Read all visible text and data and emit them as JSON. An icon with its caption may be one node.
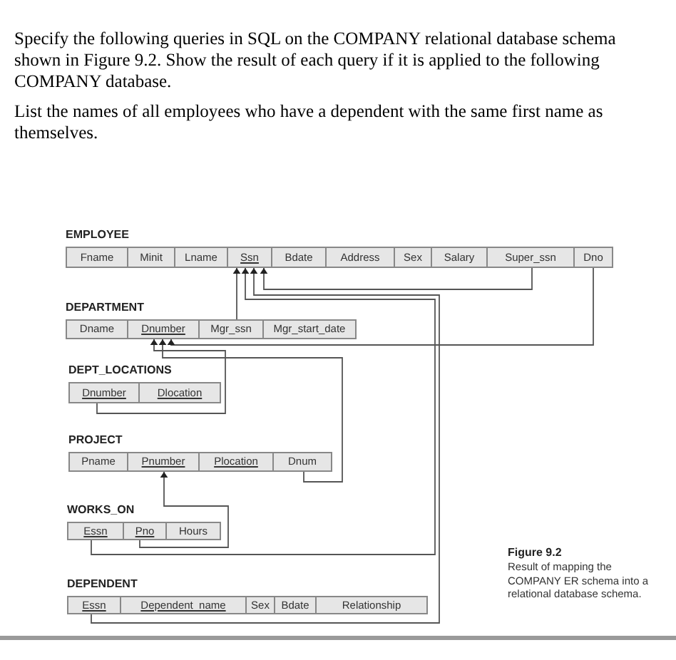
{
  "diagram": {
    "caption": "Result of mapping the COMPANY ER schema into a relational database schema.",
    "nodes": [
      {
        "text": [
          "EMPLOYEE"
        ]
      },
      {
        "text": [
          "Fname"
        ],
        "in": 0
      },
      {
        "text": [
          "Minit"
        ],
        "in": 0
      },
      {
        "text": [
          "Lname"
        ],
        "in": 0
      },
      {
        "text": [
          "Ssn"
        ],
        "in": 0
      },
      {
        "text": [
          "Bdate"
        ],
        "in": 0
      },
      {
        "text": [
          "Address"
        ],
        "in": 0
      },
      {
        "text": [
          "Sex"
        ],
        "in": 0
      },
      {
        "text": [
          "Salary"
        ],
        "in": 0
      },
      {
        "text": [
          "Super_ssn"
        ],
        "in": 0
      },
      {
        "text": [
          "Dno"
        ],
        "in": 0
      },
      {
        "text": [
          "DEPARTMENT"
        ]
      },
      {
        "text": [
          "Dname"
        ],
        "in": 11
      },
      {
        "text": [
          "Dnumber"
        ],
        "in": 11
      },
      {
        "text": [
          "Mgr_ssn"
        ],
        "in": 11
      },
      {
        "text": [
          "Mgr_start_date"
        ],
        "in": 11
      },
      {
        "text": [
          "DEPT_LOCATIONS"
        ]
      },
      {
        "text": [
          "Dnumber"
        ],
        "in": 16
      },
      {
        "text": [
          "Dlocation"
        ],
        "in": 16
      },
      {
        "text": [
          "PROJECT"
        ]
      },
      {
        "text": [
          "Pname"
        ],
        "in": 19
      },
      {
        "text": [
          "Pnumber"
        ],
        "in": 19
      },
      {
        "text": [
          "Plocation"
        ],
        "in": 19
      },
      {
        "text": [
          "Dnum"
        ],
        "in": 19
      },
      {
        "text": [
          "WORKS_ON"
        ]
      },
      {
        "text": [
          "Essn"
        ],
        "in": 24
      },
      {
        "text": [
          "Pno"
        ],
        "in": 24
      },
      {
        "text": [
          "Hours"
        ],
        "in": 24
      },
      {
        "text": [
          "DEPENDENT"
        ]
      },
      {
        "text": [
          "Essn"
        ],
        "in": 28
      },
      {
        "text": [
          "Dependent_name"
        ],
        "in": 28
      },
      {
        "text": [
          "Sex"
        ],
        "in": 28
      },
      {
        "text": [
          "Bdate"
        ],
        "in": 28
      },
      {
        "text": [
          "Relationship"
        ],
        "in": 28
      }
    ],
    "edges": [
      {
        "from": 9,
        "to": 4,
        "arrow": "to"
      },
      {
        "from": 14,
        "to": 4,
        "arrow": "to"
      },
      {
        "from": 25,
        "to": 4,
        "arrow": "to"
      },
      {
        "from": 29,
        "to": 4,
        "arrow": "to"
      },
      {
        "from": 10,
        "to": 13,
        "arrow": "to"
      },
      {
        "from": 17,
        "to": 13,
        "arrow": "to"
      },
      {
        "from": 23,
        "to": 13,
        "arrow": "to"
      },
      {
        "from": 26,
        "to": 21,
        "arrow": "to"
      }
    ],
    "labels": [
      "Specify the following queries in SQL on the COMPANY relational database schema shown in Figure 9.2. Show the result of each query if it is applied to the following COMPANY database.",
      "List the names of all employees who have a dependent with the same first name as themselves.",
      "Figure 9.2"
    ]
  }
}
